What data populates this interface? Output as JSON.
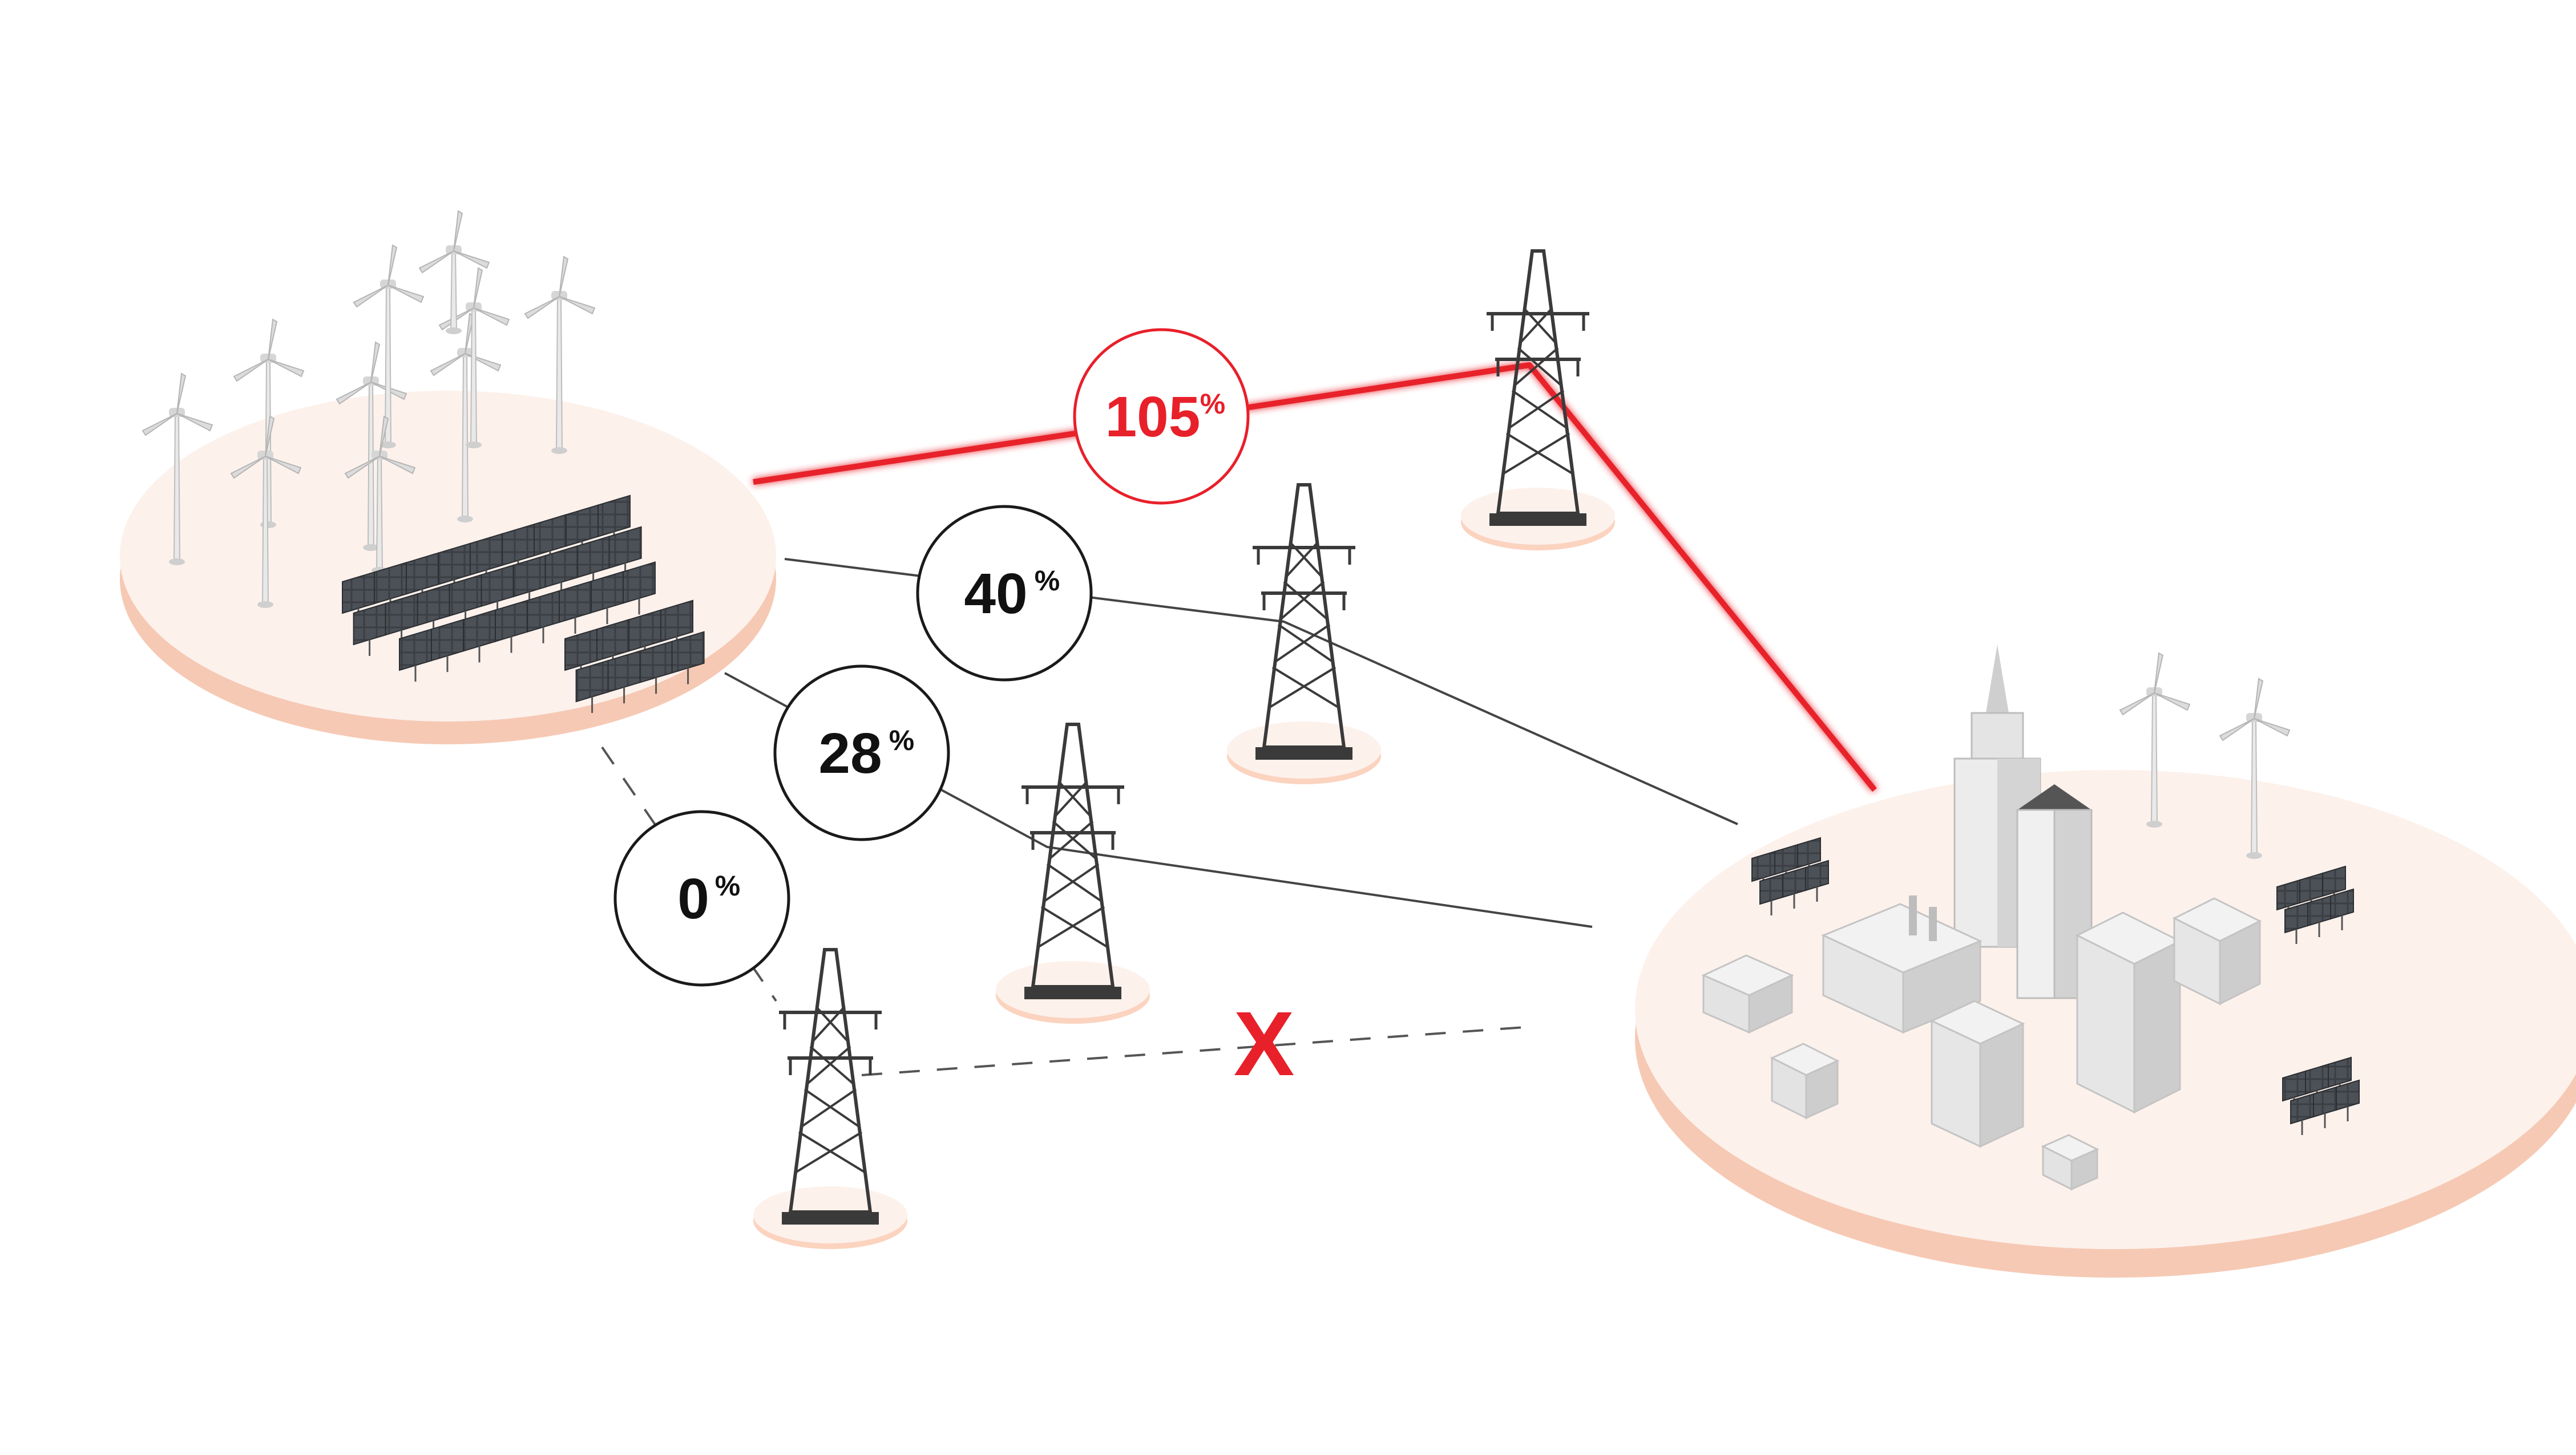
{
  "diagram": {
    "type": "power-grid-network",
    "colors": {
      "overload": "#e8202a",
      "normal_line": "#444444",
      "platform_top": "#fdf1ec",
      "platform_side": "#f6c9b4",
      "tower_pad": "#fbd3bf",
      "tower": "#3a3a3a",
      "solar_panel": "#3b3f44",
      "building": "#e8e8e8"
    },
    "lines": [
      {
        "id": "line-overloaded",
        "value": "105",
        "unit": "%",
        "status": "overloaded"
      },
      {
        "id": "line-mid-upper",
        "value": "40",
        "unit": "%",
        "status": "normal"
      },
      {
        "id": "line-mid-lower",
        "value": "28",
        "unit": "%",
        "status": "normal"
      },
      {
        "id": "line-disconnected",
        "value": "0",
        "unit": "%",
        "status": "disconnected"
      }
    ],
    "fault_mark": "X"
  }
}
